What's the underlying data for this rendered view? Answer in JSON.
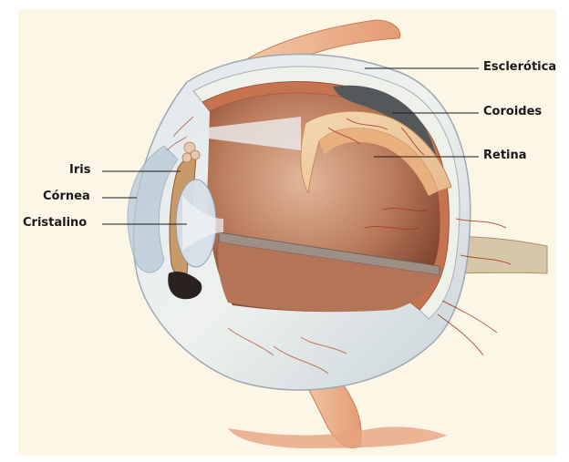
{
  "labels": {
    "esclerotica": "Esclerótica",
    "coroides": "Coroides",
    "retina": "Retina",
    "iris": "Iris",
    "cornea": "Córnea",
    "cristalino": "Cristalino"
  }
}
